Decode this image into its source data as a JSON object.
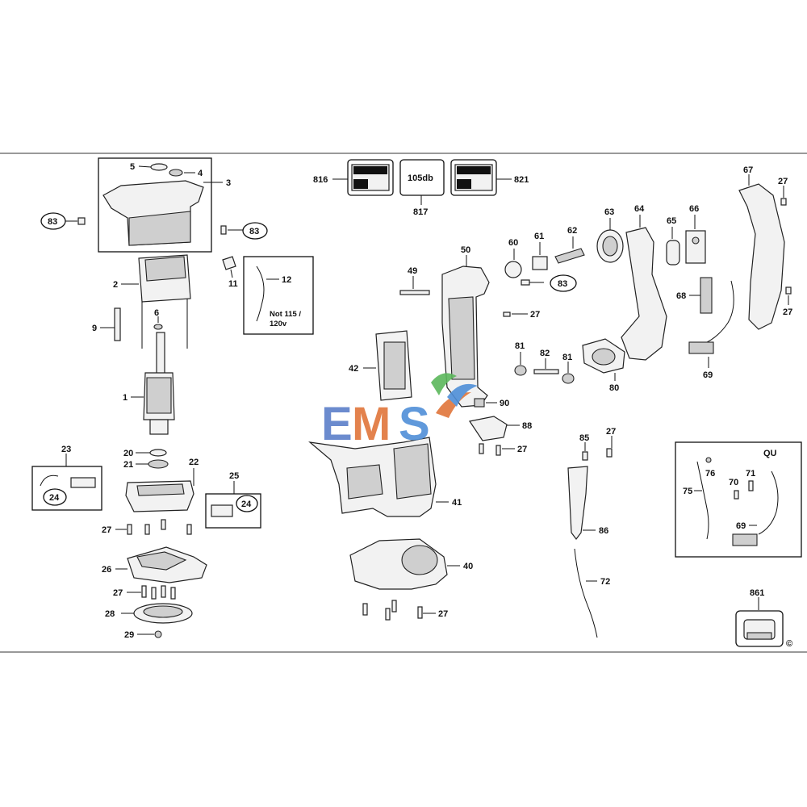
{
  "labels": {
    "l1": "1",
    "l2": "2",
    "l3": "3",
    "l4": "4",
    "l5": "5",
    "l6": "6",
    "l9": "9",
    "l11": "11",
    "l12": "12",
    "l20": "20",
    "l21": "21",
    "l22": "22",
    "l23": "23",
    "l24a": "24",
    "l24b": "24",
    "l25": "25",
    "l26": "26",
    "l27a": "27",
    "l27b": "27",
    "l27c": "27",
    "l27d": "27",
    "l27e": "27",
    "l27f": "27",
    "l27g": "27",
    "l27h": "27",
    "l28": "28",
    "l29": "29",
    "l40": "40",
    "l41": "41",
    "l42": "42",
    "l49": "49",
    "l50": "50",
    "l60": "60",
    "l61": "61",
    "l62": "62",
    "l63": "63",
    "l64": "64",
    "l65": "65",
    "l66": "66",
    "l67": "67",
    "l68": "68",
    "l69a": "69",
    "l69b": "69",
    "l70": "70",
    "l71": "71",
    "l72": "72",
    "l75": "75",
    "l76": "76",
    "l80": "80",
    "l81a": "81",
    "l81b": "81",
    "l82": "82",
    "l83a": "83",
    "l83b": "83",
    "l83c": "83",
    "l85": "85",
    "l86": "86",
    "l88": "88",
    "l90": "90",
    "l816": "816",
    "l817": "817",
    "l821": "821",
    "l861": "861"
  },
  "notes": {
    "voltage_line1": "Not 115 /",
    "voltage_line2": "120v",
    "db_rating": "105db",
    "qu_title": "QU",
    "copyright": "©"
  },
  "watermark": {
    "text_e": "E",
    "text_m": "M",
    "text_s": "S",
    "colors": {
      "e": "#5b7fc9",
      "m": "#e0753a",
      "s": "#4f8fd8",
      "leaf": "#5cb85c"
    }
  }
}
